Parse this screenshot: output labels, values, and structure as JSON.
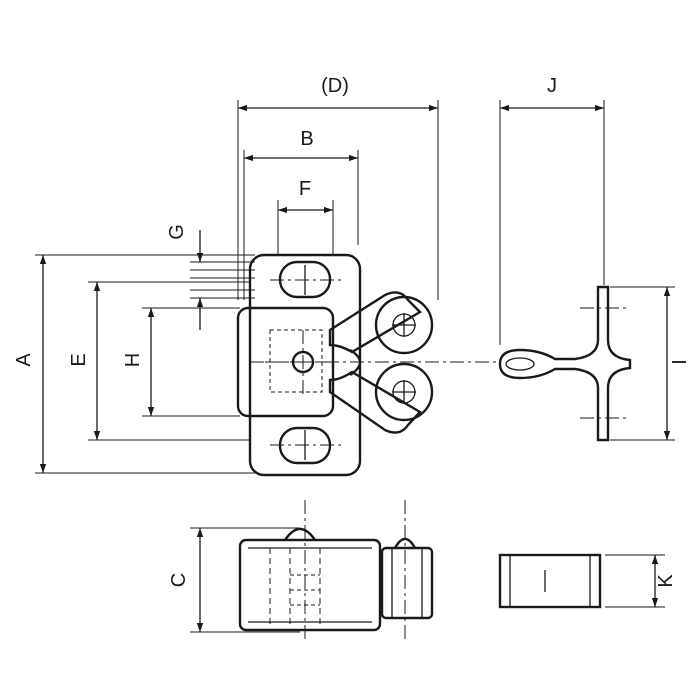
{
  "labels": {
    "A": "A",
    "B": "B",
    "C": "C",
    "D": "(D)",
    "E": "E",
    "F": "F",
    "G": "G",
    "H": "H",
    "I": "I",
    "J": "J",
    "K": "K"
  }
}
